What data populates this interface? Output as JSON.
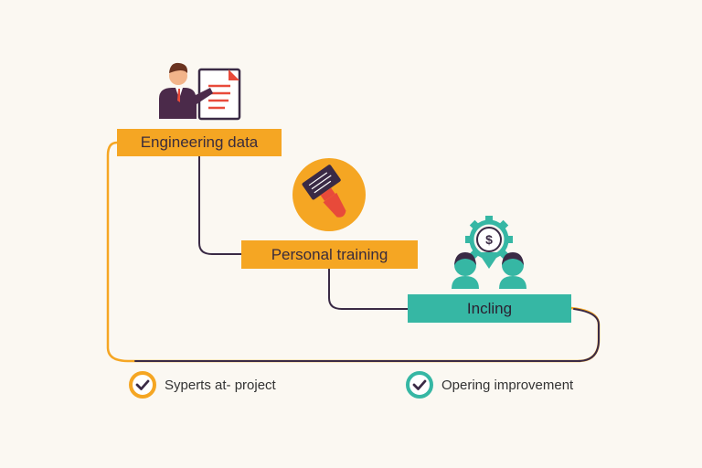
{
  "diagram": {
    "nodes": [
      {
        "label": "Engineering data"
      },
      {
        "label": "Personal training"
      },
      {
        "label": "Incling"
      }
    ],
    "legend": [
      {
        "label": "Syperts at- project",
        "color": "#f5a623"
      },
      {
        "label": "Opering improvement",
        "color": "#36b7a4"
      }
    ],
    "icons": [
      "presenter-document-icon",
      "brush-icon",
      "gear-dollar-team-icon"
    ],
    "colors": {
      "orange": "#f5a623",
      "teal": "#36b7a4",
      "connector": "#3a2a45",
      "red": "#e84a3a"
    }
  }
}
